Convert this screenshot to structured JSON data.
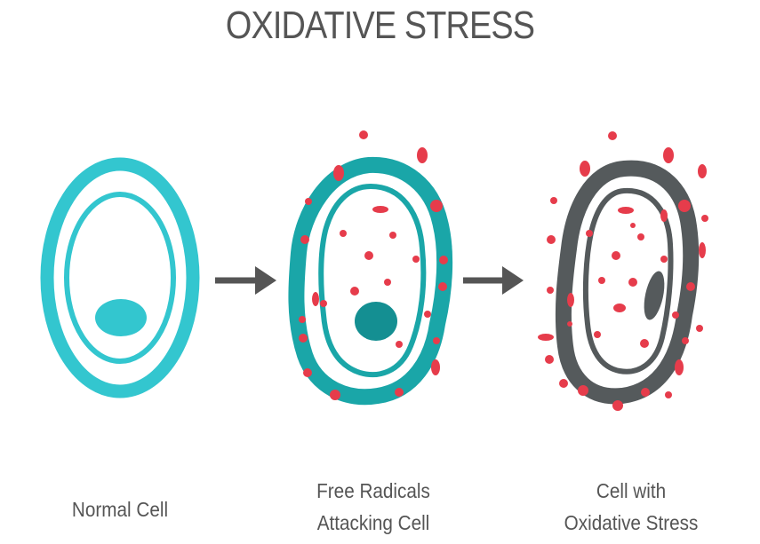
{
  "title": "OXIDATIVE STRESS",
  "stages": [
    {
      "lines": [
        "Normal Cell"
      ]
    },
    {
      "lines": [
        "Free Radicals",
        "Attacking Cell"
      ]
    },
    {
      "lines": [
        "Cell with",
        "Oxidative Stress"
      ]
    }
  ],
  "colors": {
    "healthy": "#33c6cf",
    "attacked": "#1aa6a8",
    "attacked_nucleus": "#148f92",
    "damaged": "#555a5c",
    "radical": "#e63c4b",
    "arrow": "#555555",
    "text": "#555555"
  },
  "icons": [
    "arrow-right-icon",
    "arrow-right-icon"
  ]
}
